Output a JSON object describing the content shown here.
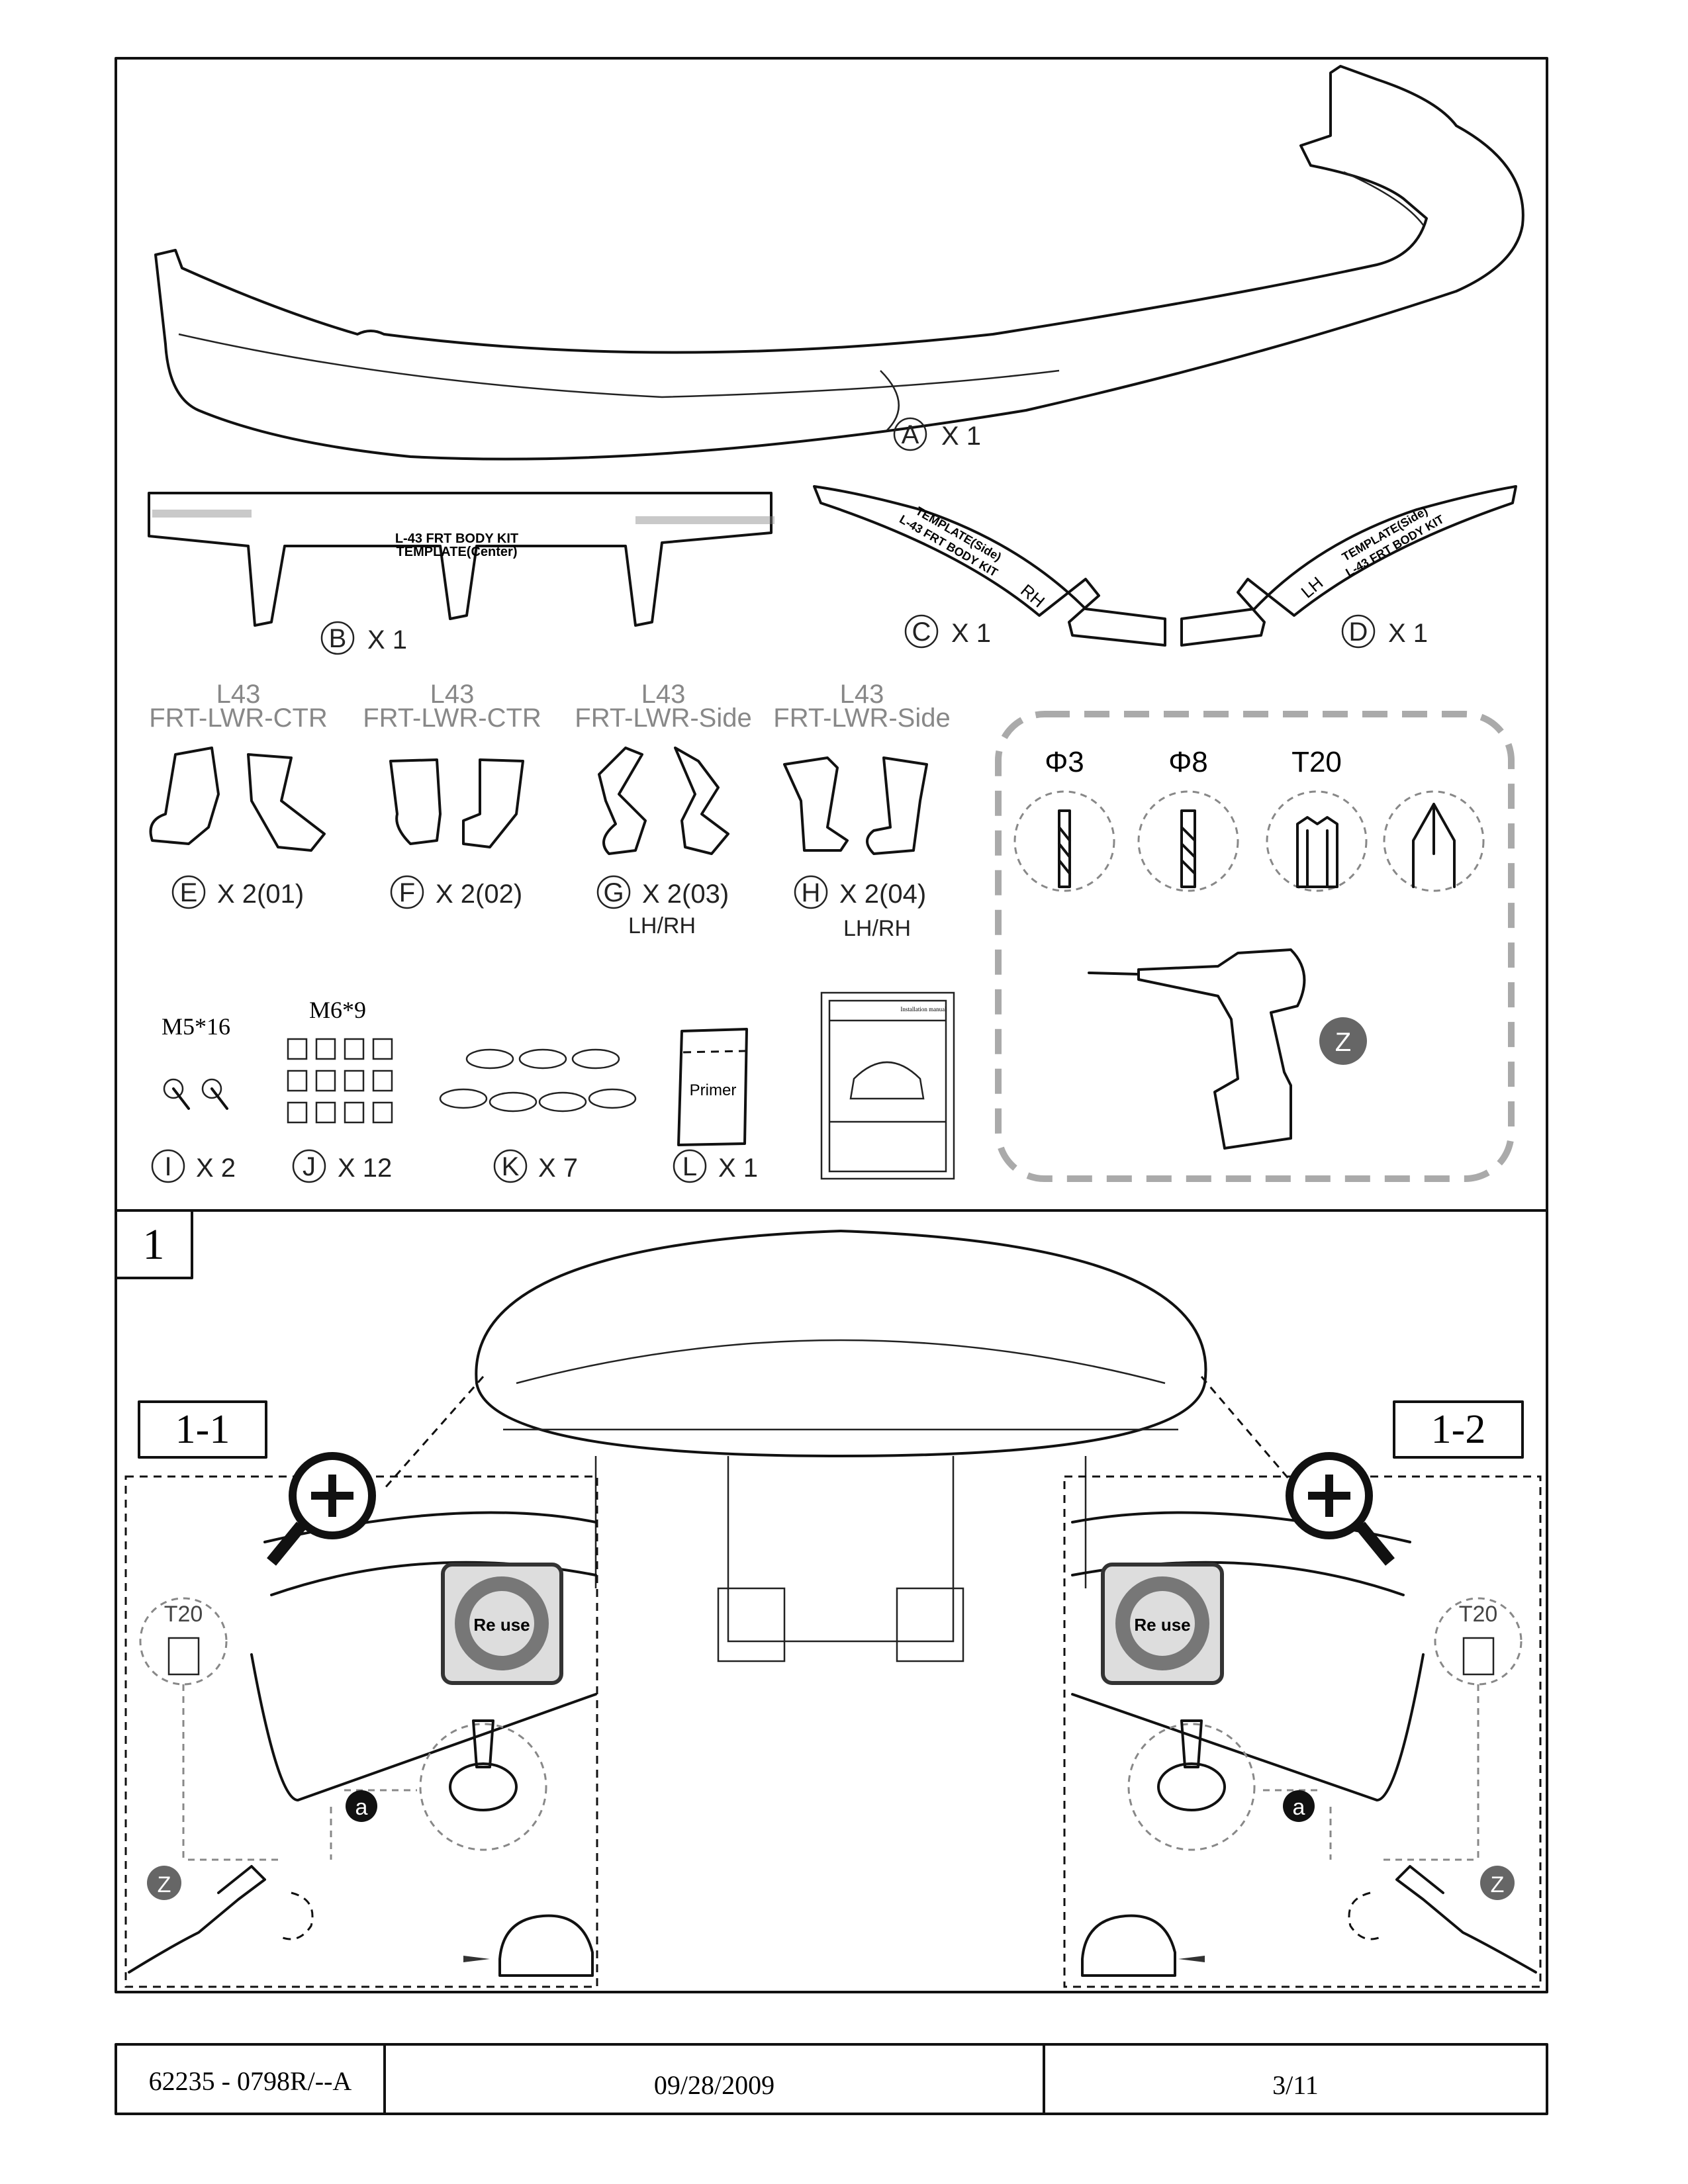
{
  "parts": {
    "A": {
      "letter": "A",
      "qty": "X 1"
    },
    "B": {
      "letter": "B",
      "qty": "X 1",
      "template_title": "L-43 FRT BODY KIT",
      "template_sub": "TEMPLATE(Center)"
    },
    "C": {
      "letter": "C",
      "qty": "X 1",
      "template_title": "L-43 FRT BODY KIT",
      "template_sub": "TEMPLATE(Side)",
      "side": "RH"
    },
    "D": {
      "letter": "D",
      "qty": "X 1",
      "template_title": "L-43 FRT BODY KIT",
      "template_sub": "TEMPLATE(Side)",
      "side": "LH"
    },
    "E": {
      "letter": "E",
      "qty": "X 2(01)",
      "name1": "L43",
      "name2": "FRT-LWR-CTR"
    },
    "F": {
      "letter": "F",
      "qty": "X 2(02)",
      "name1": "L43",
      "name2": "FRT-LWR-CTR"
    },
    "G": {
      "letter": "G",
      "qty": "X 2(03)",
      "name1": "L43",
      "name2": "FRT-LWR-Side",
      "note": "LH/RH"
    },
    "H": {
      "letter": "H",
      "qty": "X 2(04)",
      "name1": "L43",
      "name2": "FRT-LWR-Side",
      "note": "LH/RH"
    },
    "I": {
      "letter": "I",
      "qty": "X 2",
      "spec": "M5*16"
    },
    "J": {
      "letter": "J",
      "qty": "X 12",
      "spec": "M6*9"
    },
    "K": {
      "letter": "K",
      "qty": "X 7"
    },
    "L": {
      "letter": "L",
      "qty": "X 1",
      "bag_label": "Primer"
    }
  },
  "manual": {
    "title": "Installation manual"
  },
  "tools": {
    "drill_bit_1": "Φ3",
    "drill_bit_2": "Φ8",
    "torx": "T20",
    "drill_letter": "Z"
  },
  "step": {
    "number": "1",
    "sub_left": "1-1",
    "sub_right": "1-2",
    "torx": "T20",
    "reuse": "Re use",
    "screw_marker": "a",
    "drill_letter": "Z"
  },
  "footer": {
    "doc_number": "62235 - 0798R/--A",
    "date": "09/28/2009",
    "page": "3/11"
  }
}
